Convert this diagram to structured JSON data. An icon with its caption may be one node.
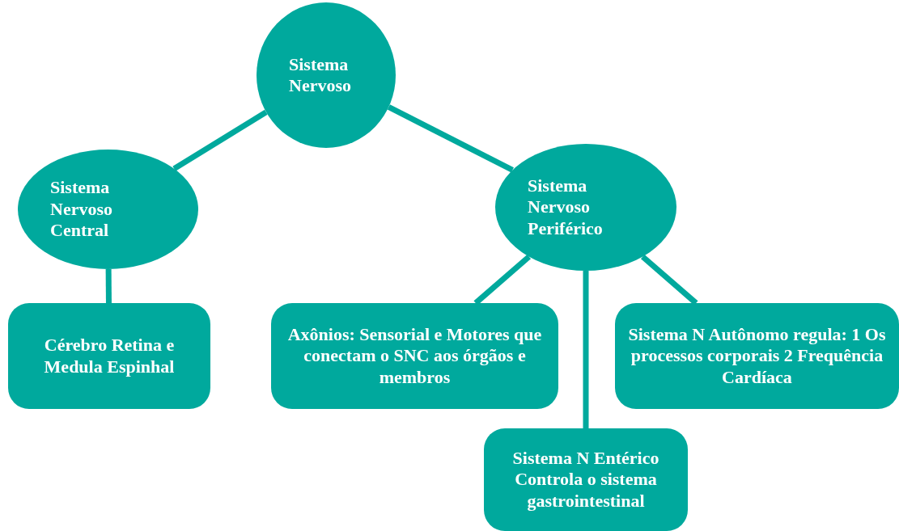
{
  "diagram": {
    "nodes": [
      {
        "text": [
          "Sistema Nervoso"
        ]
      },
      {
        "text": [
          "Sistema Nervoso Central"
        ]
      },
      {
        "text": [
          "Sistema Nervoso Periférico"
        ]
      },
      {
        "text": [
          "Cérebro Retina e Medula Espinhal"
        ]
      },
      {
        "text": [
          "Axônios: Sensorial e Motores que conectam o SNC aos órgãos e membros"
        ]
      },
      {
        "text": [
          "Sistema N Autônomo regula: 1 Os processos corporais 2 Frequência Cardíaca"
        ]
      },
      {
        "text": [
          "Sistema N Entérico Controla o sistema gastrointestinal"
        ]
      }
    ],
    "edges": [
      {
        "from": 0,
        "to": 1,
        "arrow": "none"
      },
      {
        "from": 0,
        "to": 2,
        "arrow": "none"
      },
      {
        "from": 1,
        "to": 3,
        "arrow": "none"
      },
      {
        "from": 2,
        "to": 4,
        "arrow": "none"
      },
      {
        "from": 2,
        "to": 6,
        "arrow": "none"
      },
      {
        "from": 2,
        "to": 5,
        "arrow": "none"
      }
    ]
  }
}
